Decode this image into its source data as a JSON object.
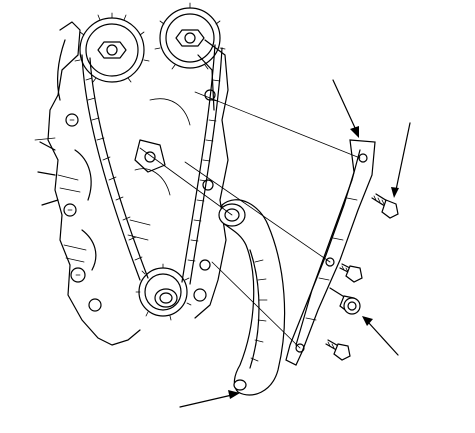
{
  "figure": {
    "style": "black line-art exploded view on white background",
    "colors": {
      "ink": "#000000",
      "paper": "#ffffff"
    },
    "callouts": [
      {
        "id": "callout-1",
        "points_to": "tensioner-arm"
      },
      {
        "id": "callout-2",
        "points_to": "guide-rail"
      },
      {
        "id": "callout-3",
        "points_to": "guide-bolt-upper"
      },
      {
        "id": "callout-4",
        "points_to": "pivot-bolt"
      }
    ],
    "text_labels": []
  }
}
